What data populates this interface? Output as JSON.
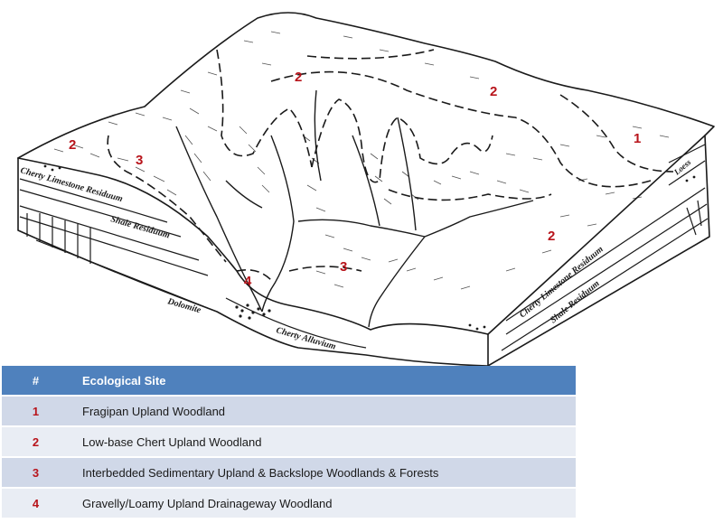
{
  "diagram": {
    "site_labels": [
      "2",
      "2",
      "2",
      "3",
      "1",
      "2",
      "3",
      "4"
    ],
    "strata_labels": {
      "left_cherty": "Cherty Limestone Residuum",
      "left_shale": "Shale Residuum",
      "dolomite": "Dolomite",
      "alluvium": "Cherty Alluvium",
      "loess": "Loess",
      "right_cherty": "Cherty Limestone Residuum",
      "right_shale": "Shale Residuum"
    }
  },
  "legend": {
    "headers": [
      "#",
      "Ecological Site"
    ],
    "rows": [
      {
        "num": "1",
        "name": "Fragipan Upland Woodland"
      },
      {
        "num": "2",
        "name": "Low-base Chert Upland Woodland"
      },
      {
        "num": "3",
        "name": "Interbedded Sedimentary Upland & Backslope Woodlands & Forests"
      },
      {
        "num": "4",
        "name": "Gravelly/Loamy Upland Drainageway Woodland"
      }
    ]
  },
  "colors": {
    "header_bg": "#4f81bd",
    "row_odd": "#d0d8e8",
    "row_even": "#e9edf4",
    "site_number": "#b8141b",
    "line": "#1a1a1a"
  }
}
